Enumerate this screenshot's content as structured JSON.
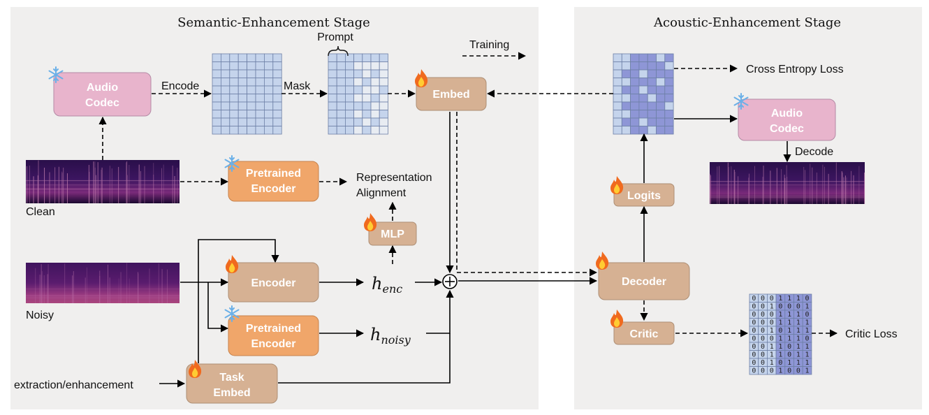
{
  "stages": {
    "semantic": "Semantic-Enhancement Stage",
    "acoustic": "Acoustic-Enhancement Stage"
  },
  "blocks": {
    "codec_top": [
      "Audio",
      "Codec"
    ],
    "pretrained_clean": [
      "Pretrained",
      "Encoder"
    ],
    "embed": [
      "Embed"
    ],
    "mlp": [
      "MLP"
    ],
    "encoder": [
      "Encoder"
    ],
    "pretrained_noisy": [
      "Pretrained",
      "Encoder"
    ],
    "task_embed": [
      "Task",
      "Embed"
    ],
    "logits": [
      "Logits"
    ],
    "codec_right": [
      "Audio",
      "Codec"
    ],
    "decoder": [
      "Decoder"
    ],
    "critic": [
      "Critic"
    ]
  },
  "labels": {
    "encode": "Encode",
    "mask": "Mask",
    "prompt": "Prompt",
    "training": "Training",
    "cross_entropy": "Cross Entropy Loss",
    "decode": "Decode",
    "rep_align_1": "Representation",
    "rep_align_2": "Alignment",
    "clean": "Clean",
    "noisy": "Noisy",
    "task_input": "extraction/enhancement",
    "critic_loss": "Critic Loss",
    "h_enc": "h",
    "h_enc_sub": "enc",
    "h_noisy": "h",
    "h_noisy_sub": "noisy"
  },
  "critic_bits": [
    "0001110",
    "0010001",
    "0001110",
    "0001111",
    "0010111",
    "0001110",
    "0011011",
    "0011011",
    "0010111",
    "0001001"
  ],
  "colors": {
    "codec": "#e8b4cc",
    "encoder": "#f0a66a",
    "trainable": "#d6b193",
    "grid_light": "#c5d4ec",
    "grid_white": "#e8ecf2",
    "grid_dark": "#8e96d6",
    "stage_bg": "#f0efee"
  }
}
